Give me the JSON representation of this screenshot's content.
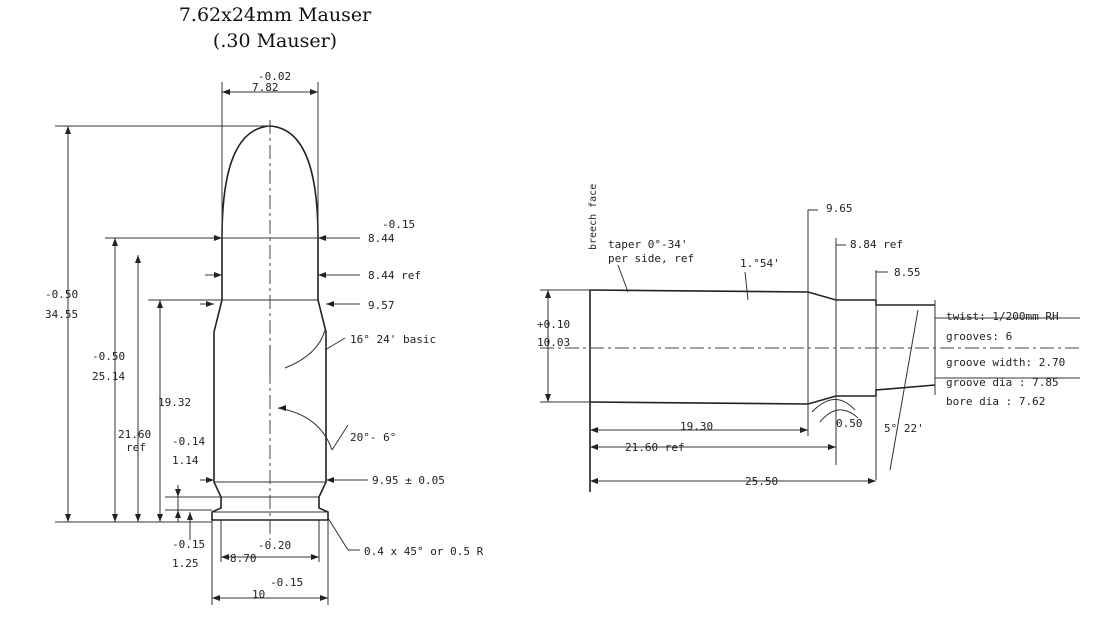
{
  "title": "7.62x24mm Mauser",
  "subtitle": "(.30 Mauser)",
  "cartridge": {
    "d_tol_top": "-0.02",
    "d_bullet": "7.82",
    "d_neck_tol": "-0.15",
    "d_neck": "8.44",
    "d_neck_ref": "8.44 ref",
    "d_shoulder": "9.57",
    "shoulder_angle": "16° 24' basic",
    "l_total_tol": "-0.50",
    "l_total": "34.55",
    "l_case_tol": "-0.50",
    "l_case": "25.14",
    "l_body": "19.32",
    "l_body_ref": "21.60",
    "ref_label": "ref",
    "groove_tol": "-0.14",
    "groove_len": "1.14",
    "extractor_angle": "20°- 6°",
    "d_base": "9.95 ± 0.05",
    "rim_tol": "-0.15",
    "rim_thk": "1.25",
    "groove_d_tol": "-0.20",
    "groove_d": "8.70",
    "chamfer": "0.4 x 45° or 0.5 R",
    "rim_d_tol": "-0.15",
    "rim_d": "10"
  },
  "chamber": {
    "breech_face": "breech face",
    "taper_1": "taper 0°-34'",
    "taper_2": "per side, ref",
    "angle": "1.°54'",
    "d_965": "9.65",
    "d_864": "8.84 ref",
    "d_855": "8.55",
    "tol_010": "+0.10",
    "d_1003": "10.03",
    "twist": "twist: 1/200mm RH",
    "grooves": "grooves:  6",
    "groove_width": "groove width: 2.70",
    "groove_dia": "groove dia : 7.85",
    "bore_dia": "bore dia  :  7.62",
    "len_1930": "19.30",
    "len_2160": "21.60 ref",
    "len_2550": "25.50",
    "small_a": "0.50",
    "small_b": "5° 22'"
  }
}
